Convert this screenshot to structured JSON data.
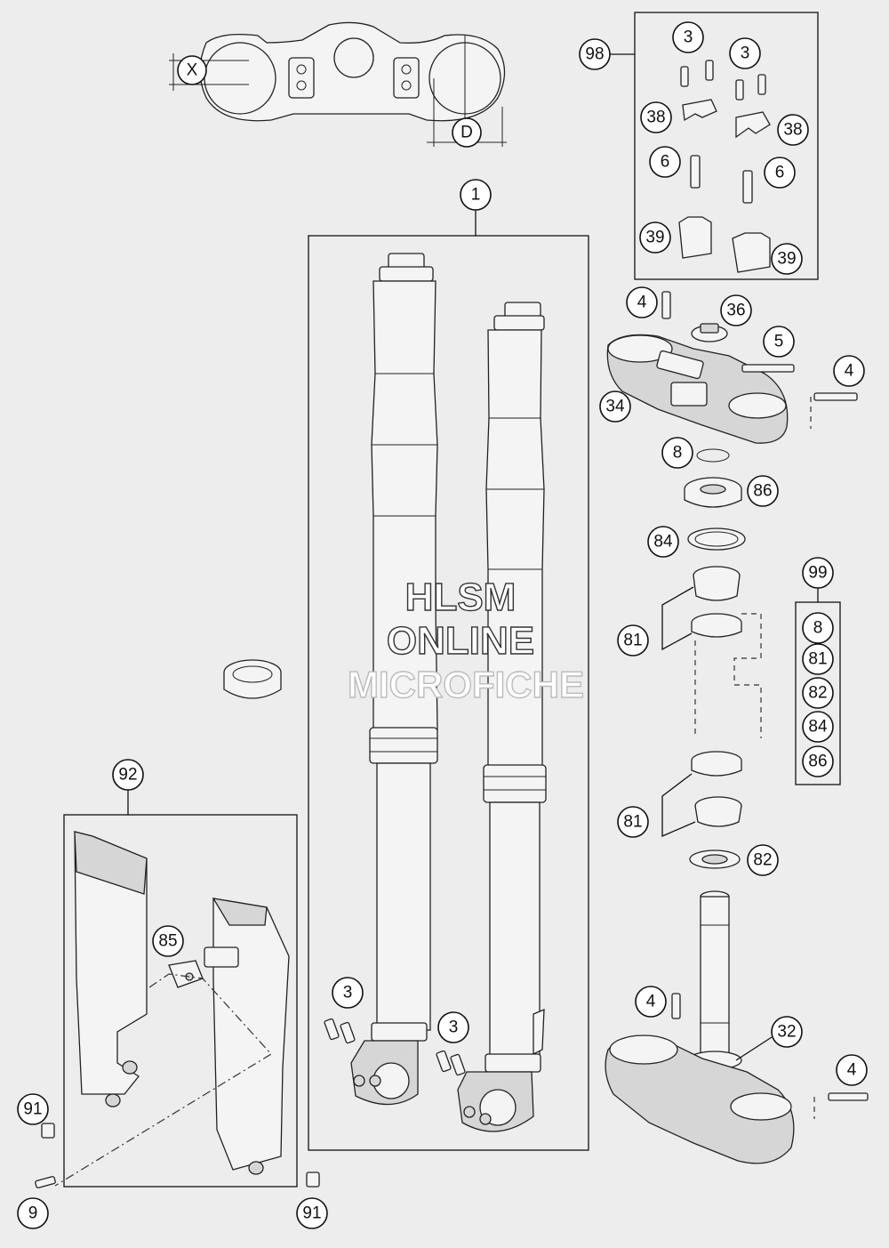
{
  "watermark": {
    "line1": "HLSM",
    "line2": "ONLINE",
    "line3": "MICROFICHE"
  },
  "callouts": {
    "c1": "1",
    "c3a": "3",
    "c3b": "3",
    "c3c": "3",
    "c3d": "3",
    "c4a": "4",
    "c4b": "4",
    "c4c": "4",
    "c4d": "4",
    "c5": "5",
    "c6a": "6",
    "c6b": "6",
    "c8a": "8",
    "c8b": "8",
    "c9": "9",
    "c32": "32",
    "c34": "34",
    "c36": "36",
    "c38a": "38",
    "c38b": "38",
    "c39a": "39",
    "c39b": "39",
    "c81a": "81",
    "c81b": "81",
    "c81c": "81",
    "c82a": "82",
    "c82b": "82",
    "c84a": "84",
    "c84b": "84",
    "c85": "85",
    "c86a": "86",
    "c86b": "86",
    "c91a": "91",
    "c91b": "91",
    "c92": "92",
    "c98": "98",
    "c99": "99",
    "cX": "X",
    "cD": "D"
  }
}
